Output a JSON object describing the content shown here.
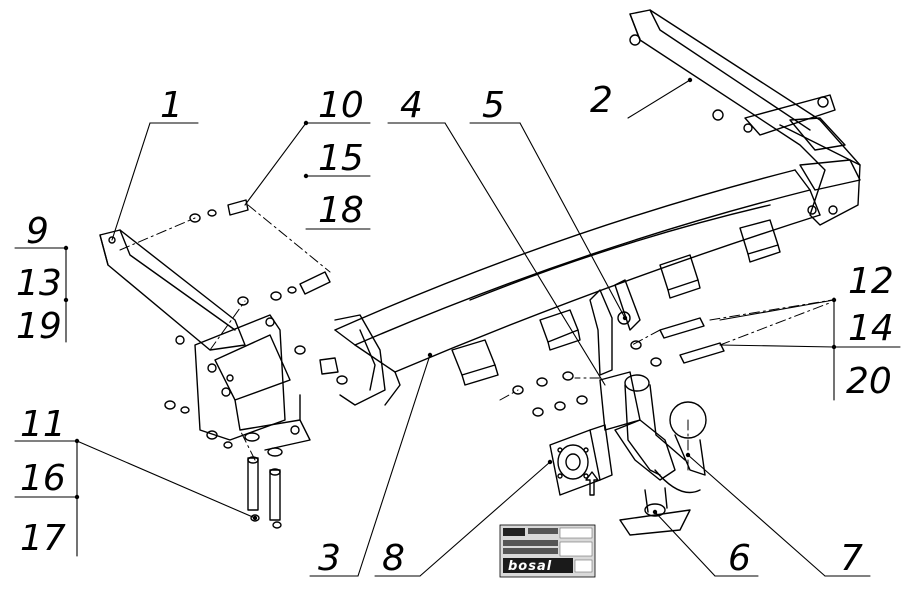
{
  "callouts": [
    {
      "id": "c1",
      "text": "1"
    },
    {
      "id": "c2",
      "text": "2"
    },
    {
      "id": "c3",
      "text": "3"
    },
    {
      "id": "c4",
      "text": "4"
    },
    {
      "id": "c5",
      "text": "5"
    },
    {
      "id": "c6",
      "text": "6"
    },
    {
      "id": "c7",
      "text": "7"
    },
    {
      "id": "c8",
      "text": "8"
    },
    {
      "id": "c9",
      "text": "9"
    },
    {
      "id": "c10",
      "text": "10"
    },
    {
      "id": "c11",
      "text": "11"
    },
    {
      "id": "c12",
      "text": "12"
    },
    {
      "id": "c13",
      "text": "13"
    },
    {
      "id": "c14",
      "text": "14"
    },
    {
      "id": "c15",
      "text": "15"
    },
    {
      "id": "c16",
      "text": "16"
    },
    {
      "id": "c17",
      "text": "17"
    },
    {
      "id": "c18",
      "text": "18"
    },
    {
      "id": "c19",
      "text": "19"
    },
    {
      "id": "c20",
      "text": "20"
    }
  ],
  "plate": {
    "brand": "bosal"
  }
}
